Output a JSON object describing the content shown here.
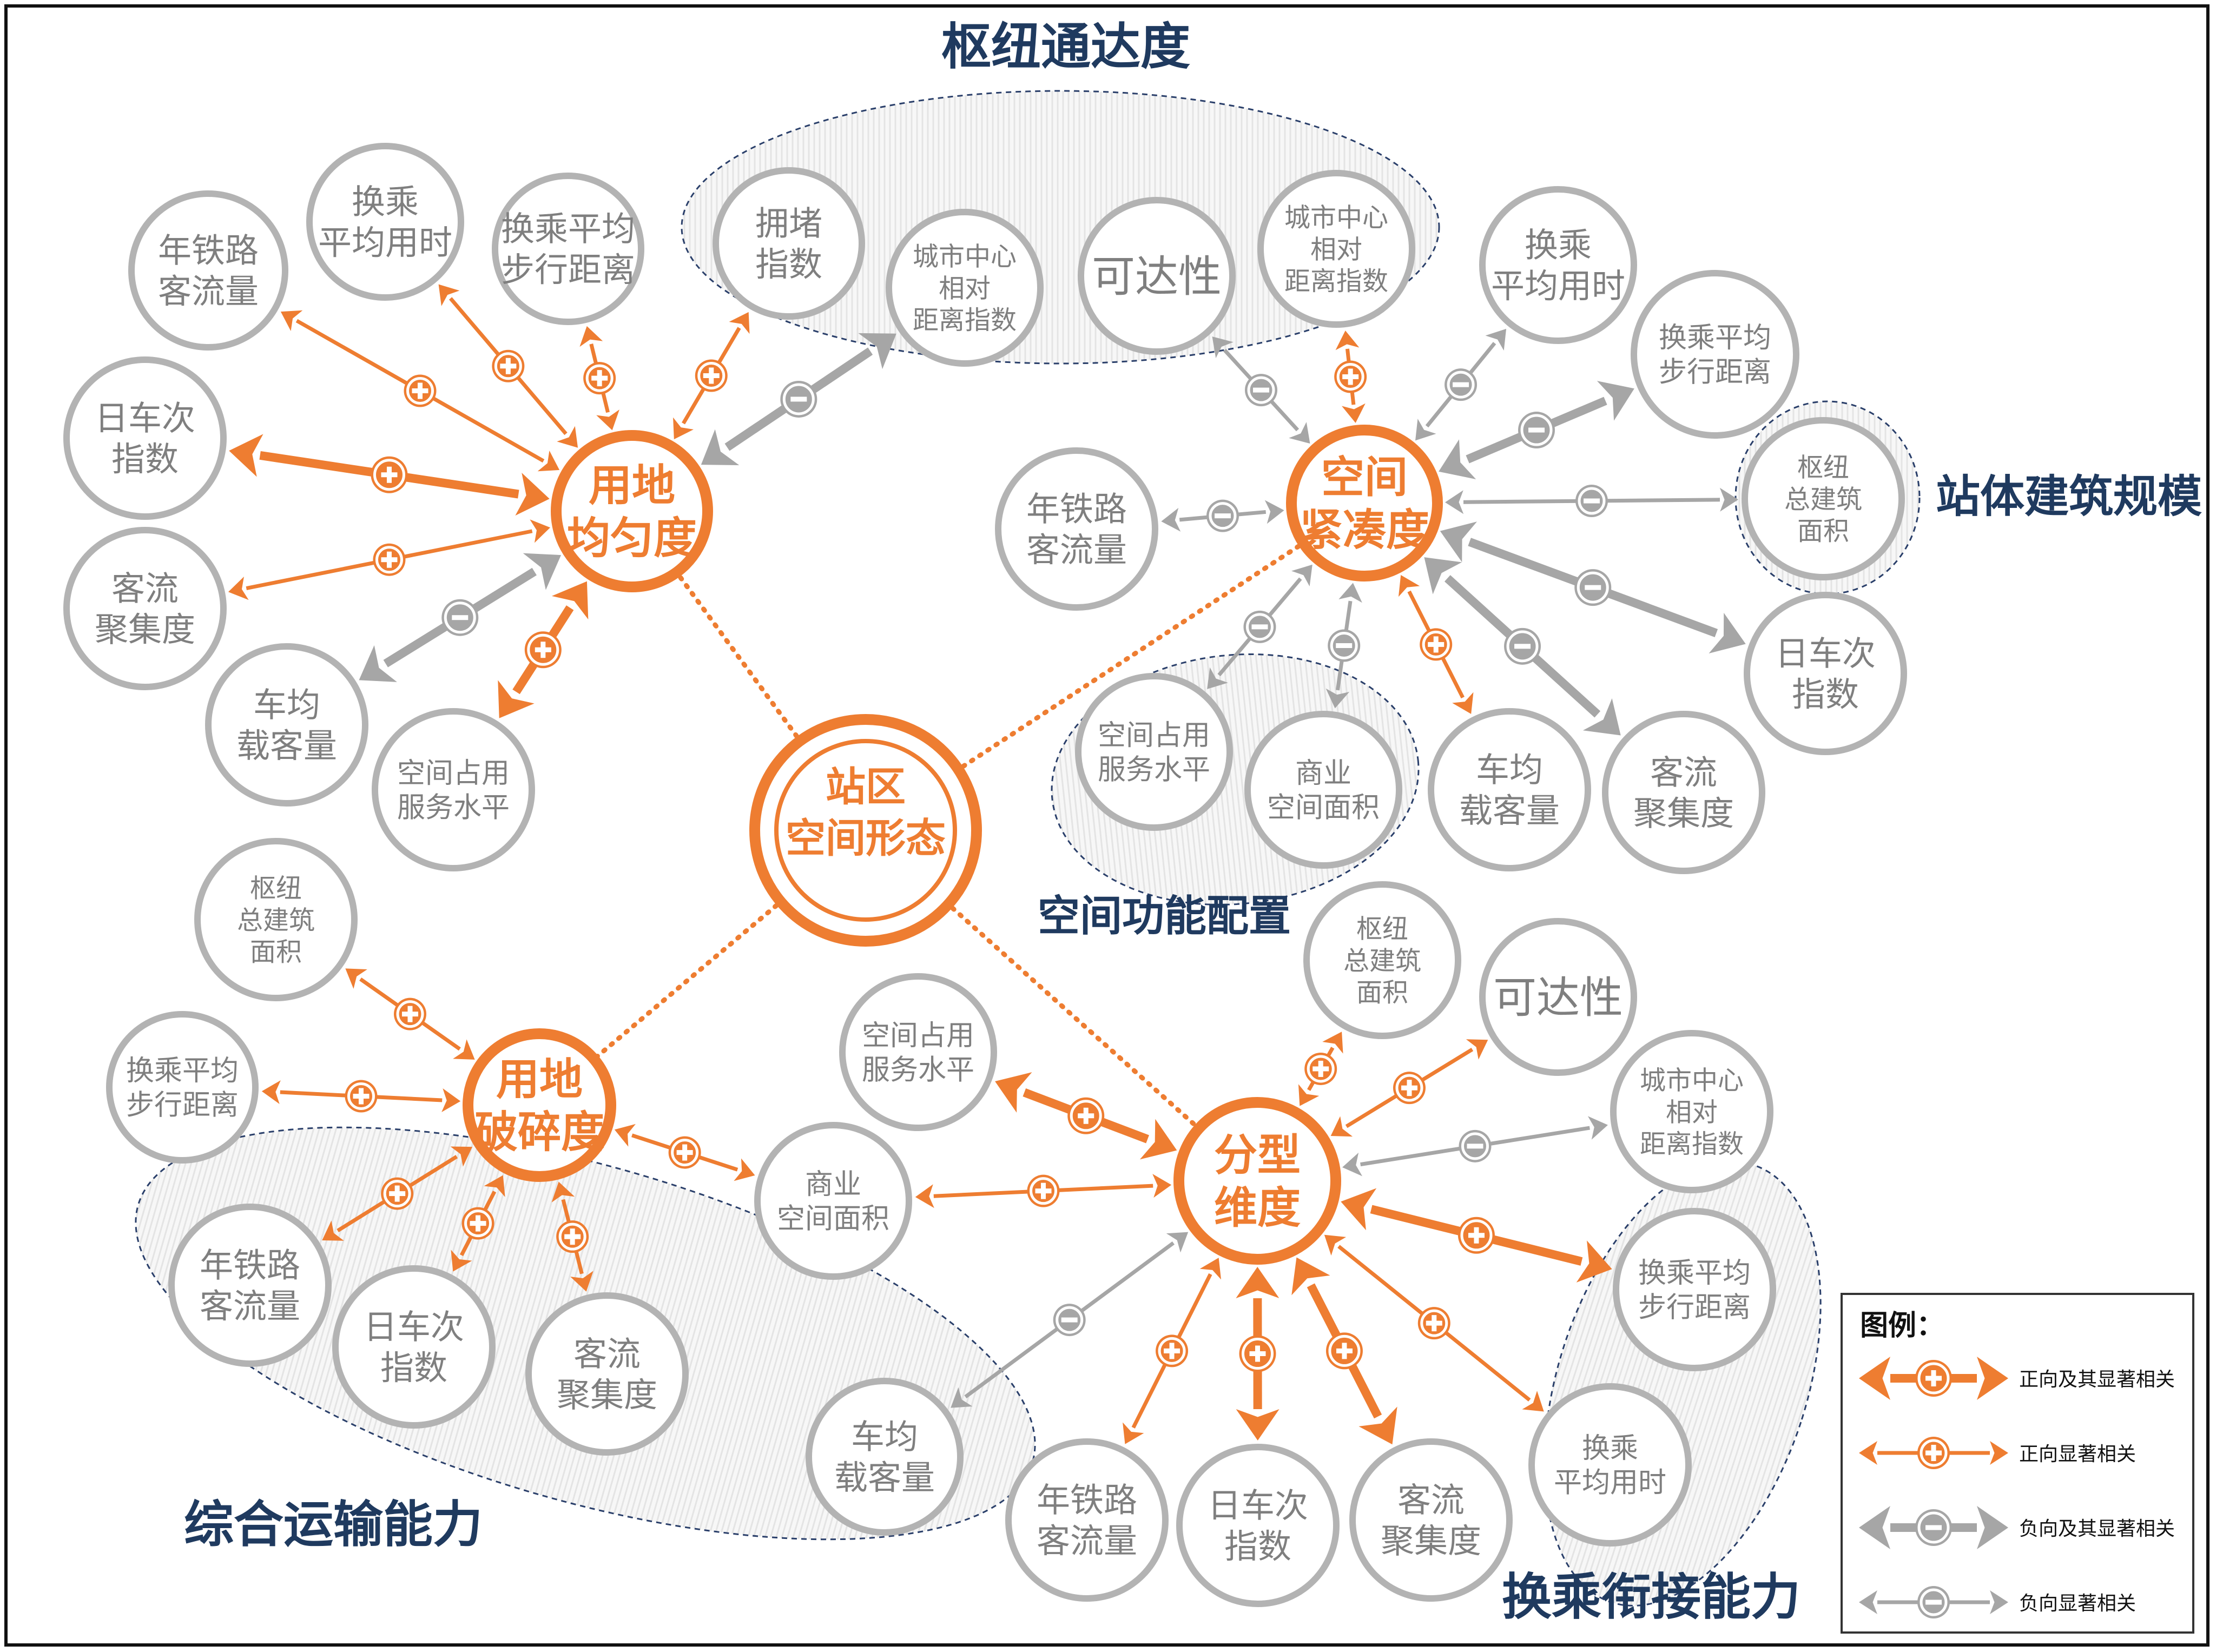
{
  "colors": {
    "orange": "#ee7d31",
    "gray": "#a6a6a6",
    "node_stroke": "#b3b3b3",
    "text_gray": "#7f7f7f",
    "navy": "#1f3a5f"
  },
  "center": {
    "lines": [
      "站区",
      "空间形态"
    ]
  },
  "groups": {
    "g1": "枢纽通达度",
    "g2": "站体建筑规模",
    "g3": "空间功能配置",
    "g4": "综合运输能力",
    "g5": "换乘衔接能力"
  },
  "legend": {
    "title": "图例：",
    "items": [
      {
        "label": "正向及其显著相关"
      },
      {
        "label": "正向显著相关"
      },
      {
        "label": "负向及其显著相关"
      },
      {
        "label": "负向显著相关"
      }
    ]
  },
  "hubs": {
    "h1": {
      "lines": [
        "用地",
        "均匀度"
      ]
    },
    "h2": {
      "lines": [
        "空间",
        "紧凑度"
      ]
    },
    "h3": {
      "lines": [
        "用地",
        "破碎度"
      ]
    },
    "h4": {
      "lines": [
        "分型",
        "维度"
      ]
    }
  },
  "nodes": {
    "a1": {
      "lines": [
        "年铁路",
        "客流量"
      ]
    },
    "a2": {
      "lines": [
        "换乘",
        "平均用时"
      ]
    },
    "a3": {
      "lines": [
        "换乘平均",
        "步行距离"
      ]
    },
    "a4": {
      "lines": [
        "拥堵",
        "指数"
      ]
    },
    "a5": {
      "lines": [
        "城市中心",
        "相对",
        "距离指数"
      ]
    },
    "a6": {
      "lines": [
        "日车次",
        "指数"
      ]
    },
    "a7": {
      "lines": [
        "客流",
        "聚集度"
      ]
    },
    "a8": {
      "lines": [
        "车均",
        "载客量"
      ]
    },
    "a9": {
      "lines": [
        "空间占用",
        "服务水平"
      ]
    },
    "b1": {
      "lines": [
        "可达性"
      ]
    },
    "b2": {
      "lines": [
        "城市中心",
        "相对",
        "距离指数"
      ]
    },
    "b3": {
      "lines": [
        "换乘",
        "平均用时"
      ]
    },
    "b4": {
      "lines": [
        "换乘平均",
        "步行距离"
      ]
    },
    "b5": {
      "lines": [
        "枢纽",
        "总建筑",
        "面积"
      ]
    },
    "b6": {
      "lines": [
        "年铁路",
        "客流量"
      ]
    },
    "b7": {
      "lines": [
        "日车次",
        "指数"
      ]
    },
    "b8": {
      "lines": [
        "客流",
        "聚集度"
      ]
    },
    "b9": {
      "lines": [
        "车均",
        "载客量"
      ]
    },
    "b10": {
      "lines": [
        "空间占用",
        "服务水平"
      ]
    },
    "b11": {
      "lines": [
        "商业",
        "空间面积"
      ]
    },
    "c1": {
      "lines": [
        "枢纽",
        "总建筑",
        "面积"
      ]
    },
    "c2": {
      "lines": [
        "换乘平均",
        "步行距离"
      ]
    },
    "c3": {
      "lines": [
        "年铁路",
        "客流量"
      ]
    },
    "c4": {
      "lines": [
        "日车次",
        "指数"
      ]
    },
    "c5": {
      "lines": [
        "客流",
        "聚集度"
      ]
    },
    "c6": {
      "lines": [
        "商业",
        "空间面积"
      ]
    },
    "d1": {
      "lines": [
        "空间占用",
        "服务水平"
      ]
    },
    "d2": {
      "lines": [
        "枢纽",
        "总建筑",
        "面积"
      ]
    },
    "d3": {
      "lines": [
        "可达性"
      ]
    },
    "d4": {
      "lines": [
        "城市中心",
        "相对",
        "距离指数"
      ]
    },
    "d5": {
      "lines": [
        "换乘平均",
        "步行距离"
      ]
    },
    "d6": {
      "lines": [
        "换乘",
        "平均用时"
      ]
    },
    "d7": {
      "lines": [
        "年铁路",
        "客流量"
      ]
    },
    "d8": {
      "lines": [
        "日车次",
        "指数"
      ]
    },
    "d9": {
      "lines": [
        "客流",
        "聚集度"
      ]
    },
    "d10": {
      "lines": [
        "车均",
        "载客量"
      ]
    }
  },
  "links": [
    {
      "from": "h1",
      "to": "a1",
      "sign": "+",
      "strength": "normal"
    },
    {
      "from": "h1",
      "to": "a2",
      "sign": "+",
      "strength": "normal"
    },
    {
      "from": "h1",
      "to": "a3",
      "sign": "+",
      "strength": "normal"
    },
    {
      "from": "h1",
      "to": "a4",
      "sign": "+",
      "strength": "normal"
    },
    {
      "from": "h1",
      "to": "a5",
      "sign": "-",
      "strength": "strong"
    },
    {
      "from": "h1",
      "to": "a6",
      "sign": "+",
      "strength": "strong"
    },
    {
      "from": "h1",
      "to": "a7",
      "sign": "+",
      "strength": "normal"
    },
    {
      "from": "h1",
      "to": "a8",
      "sign": "-",
      "strength": "strong"
    },
    {
      "from": "h1",
      "to": "a9",
      "sign": "+",
      "strength": "strong"
    },
    {
      "from": "h2",
      "to": "b1",
      "sign": "-",
      "strength": "normal"
    },
    {
      "from": "h2",
      "to": "b2",
      "sign": "+",
      "strength": "normal"
    },
    {
      "from": "h2",
      "to": "b3",
      "sign": "-",
      "strength": "normal"
    },
    {
      "from": "h2",
      "to": "b4",
      "sign": "-",
      "strength": "strong"
    },
    {
      "from": "h2",
      "to": "b5",
      "sign": "-",
      "strength": "normal"
    },
    {
      "from": "h2",
      "to": "b6",
      "sign": "-",
      "strength": "normal"
    },
    {
      "from": "h2",
      "to": "b7",
      "sign": "-",
      "strength": "strong"
    },
    {
      "from": "h2",
      "to": "b8",
      "sign": "-",
      "strength": "strong"
    },
    {
      "from": "h2",
      "to": "b9",
      "sign": "+",
      "strength": "normal"
    },
    {
      "from": "h2",
      "to": "b10",
      "sign": "-",
      "strength": "normal"
    },
    {
      "from": "h2",
      "to": "b11",
      "sign": "-",
      "strength": "normal"
    },
    {
      "from": "h3",
      "to": "c1",
      "sign": "+",
      "strength": "normal"
    },
    {
      "from": "h3",
      "to": "c2",
      "sign": "+",
      "strength": "normal"
    },
    {
      "from": "h3",
      "to": "c3",
      "sign": "+",
      "strength": "normal"
    },
    {
      "from": "h3",
      "to": "c4",
      "sign": "+",
      "strength": "normal"
    },
    {
      "from": "h3",
      "to": "c5",
      "sign": "+",
      "strength": "normal"
    },
    {
      "from": "h3",
      "to": "c6",
      "sign": "+",
      "strength": "normal"
    },
    {
      "from": "h4",
      "to": "c6",
      "sign": "+",
      "strength": "normal"
    },
    {
      "from": "h4",
      "to": "d1",
      "sign": "+",
      "strength": "strong"
    },
    {
      "from": "h4",
      "to": "d2",
      "sign": "+",
      "strength": "normal"
    },
    {
      "from": "h4",
      "to": "d3",
      "sign": "+",
      "strength": "normal"
    },
    {
      "from": "h4",
      "to": "d4",
      "sign": "-",
      "strength": "normal"
    },
    {
      "from": "h4",
      "to": "d5",
      "sign": "+",
      "strength": "strong"
    },
    {
      "from": "h4",
      "to": "d6",
      "sign": "+",
      "strength": "normal"
    },
    {
      "from": "h4",
      "to": "d7",
      "sign": "+",
      "strength": "normal"
    },
    {
      "from": "h4",
      "to": "d8",
      "sign": "+",
      "strength": "strong"
    },
    {
      "from": "h4",
      "to": "d9",
      "sign": "+",
      "strength": "strong"
    },
    {
      "from": "h4",
      "to": "d10",
      "sign": "-",
      "strength": "normal"
    }
  ]
}
